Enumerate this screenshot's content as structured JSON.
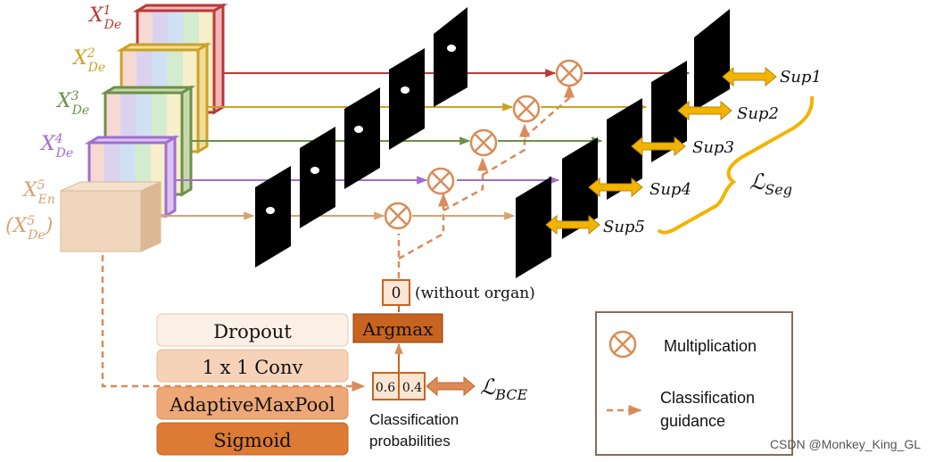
{
  "tensors": {
    "de1": {
      "base": "X",
      "sup": "1",
      "sub": "De"
    },
    "de2": {
      "base": "X",
      "sup": "2",
      "sub": "De"
    },
    "de3": {
      "base": "X",
      "sup": "3",
      "sub": "De"
    },
    "de4": {
      "base": "X",
      "sup": "4",
      "sub": "De"
    },
    "en5": {
      "base": "X",
      "sup": "5",
      "sub": "En"
    },
    "de5": {
      "open": "(",
      "base": "X",
      "sup": "5",
      "sub": "De",
      "close": ")"
    }
  },
  "sup_labels": [
    "Sup1",
    "Sup2",
    "Sup3",
    "Sup4",
    "Sup5"
  ],
  "loss_seg": {
    "symbol": "ℒ",
    "sub": "Seg"
  },
  "loss_bce": {
    "symbol": "ℒ",
    "sub": "BCE"
  },
  "cgm": {
    "layers": [
      "Dropout",
      "1 x 1 Conv",
      "AdaptiveMaxPool",
      "Sigmoid"
    ],
    "argmax": "Argmax",
    "argmax_value": "0",
    "argmax_note": "(without organ)",
    "probabilities": [
      "0.6",
      "0.4"
    ],
    "prob_caption_line1": "Classification",
    "prob_caption_line2": "probabilities"
  },
  "legend": {
    "multiplication": "Multiplication",
    "guidance_line1": "Classification",
    "guidance_line2": "guidance"
  },
  "watermark": "CSDN @Monkey_King_GL",
  "colors": {
    "red": "#b83a3a",
    "gold": "#c9a227",
    "green": "#6d8f4a",
    "purple": "#9f6fd0",
    "peach": "#e6c4a4",
    "orange": "#d98c57",
    "dark_orange": "#c8641f",
    "arrow_yellow": "#f2b400"
  }
}
